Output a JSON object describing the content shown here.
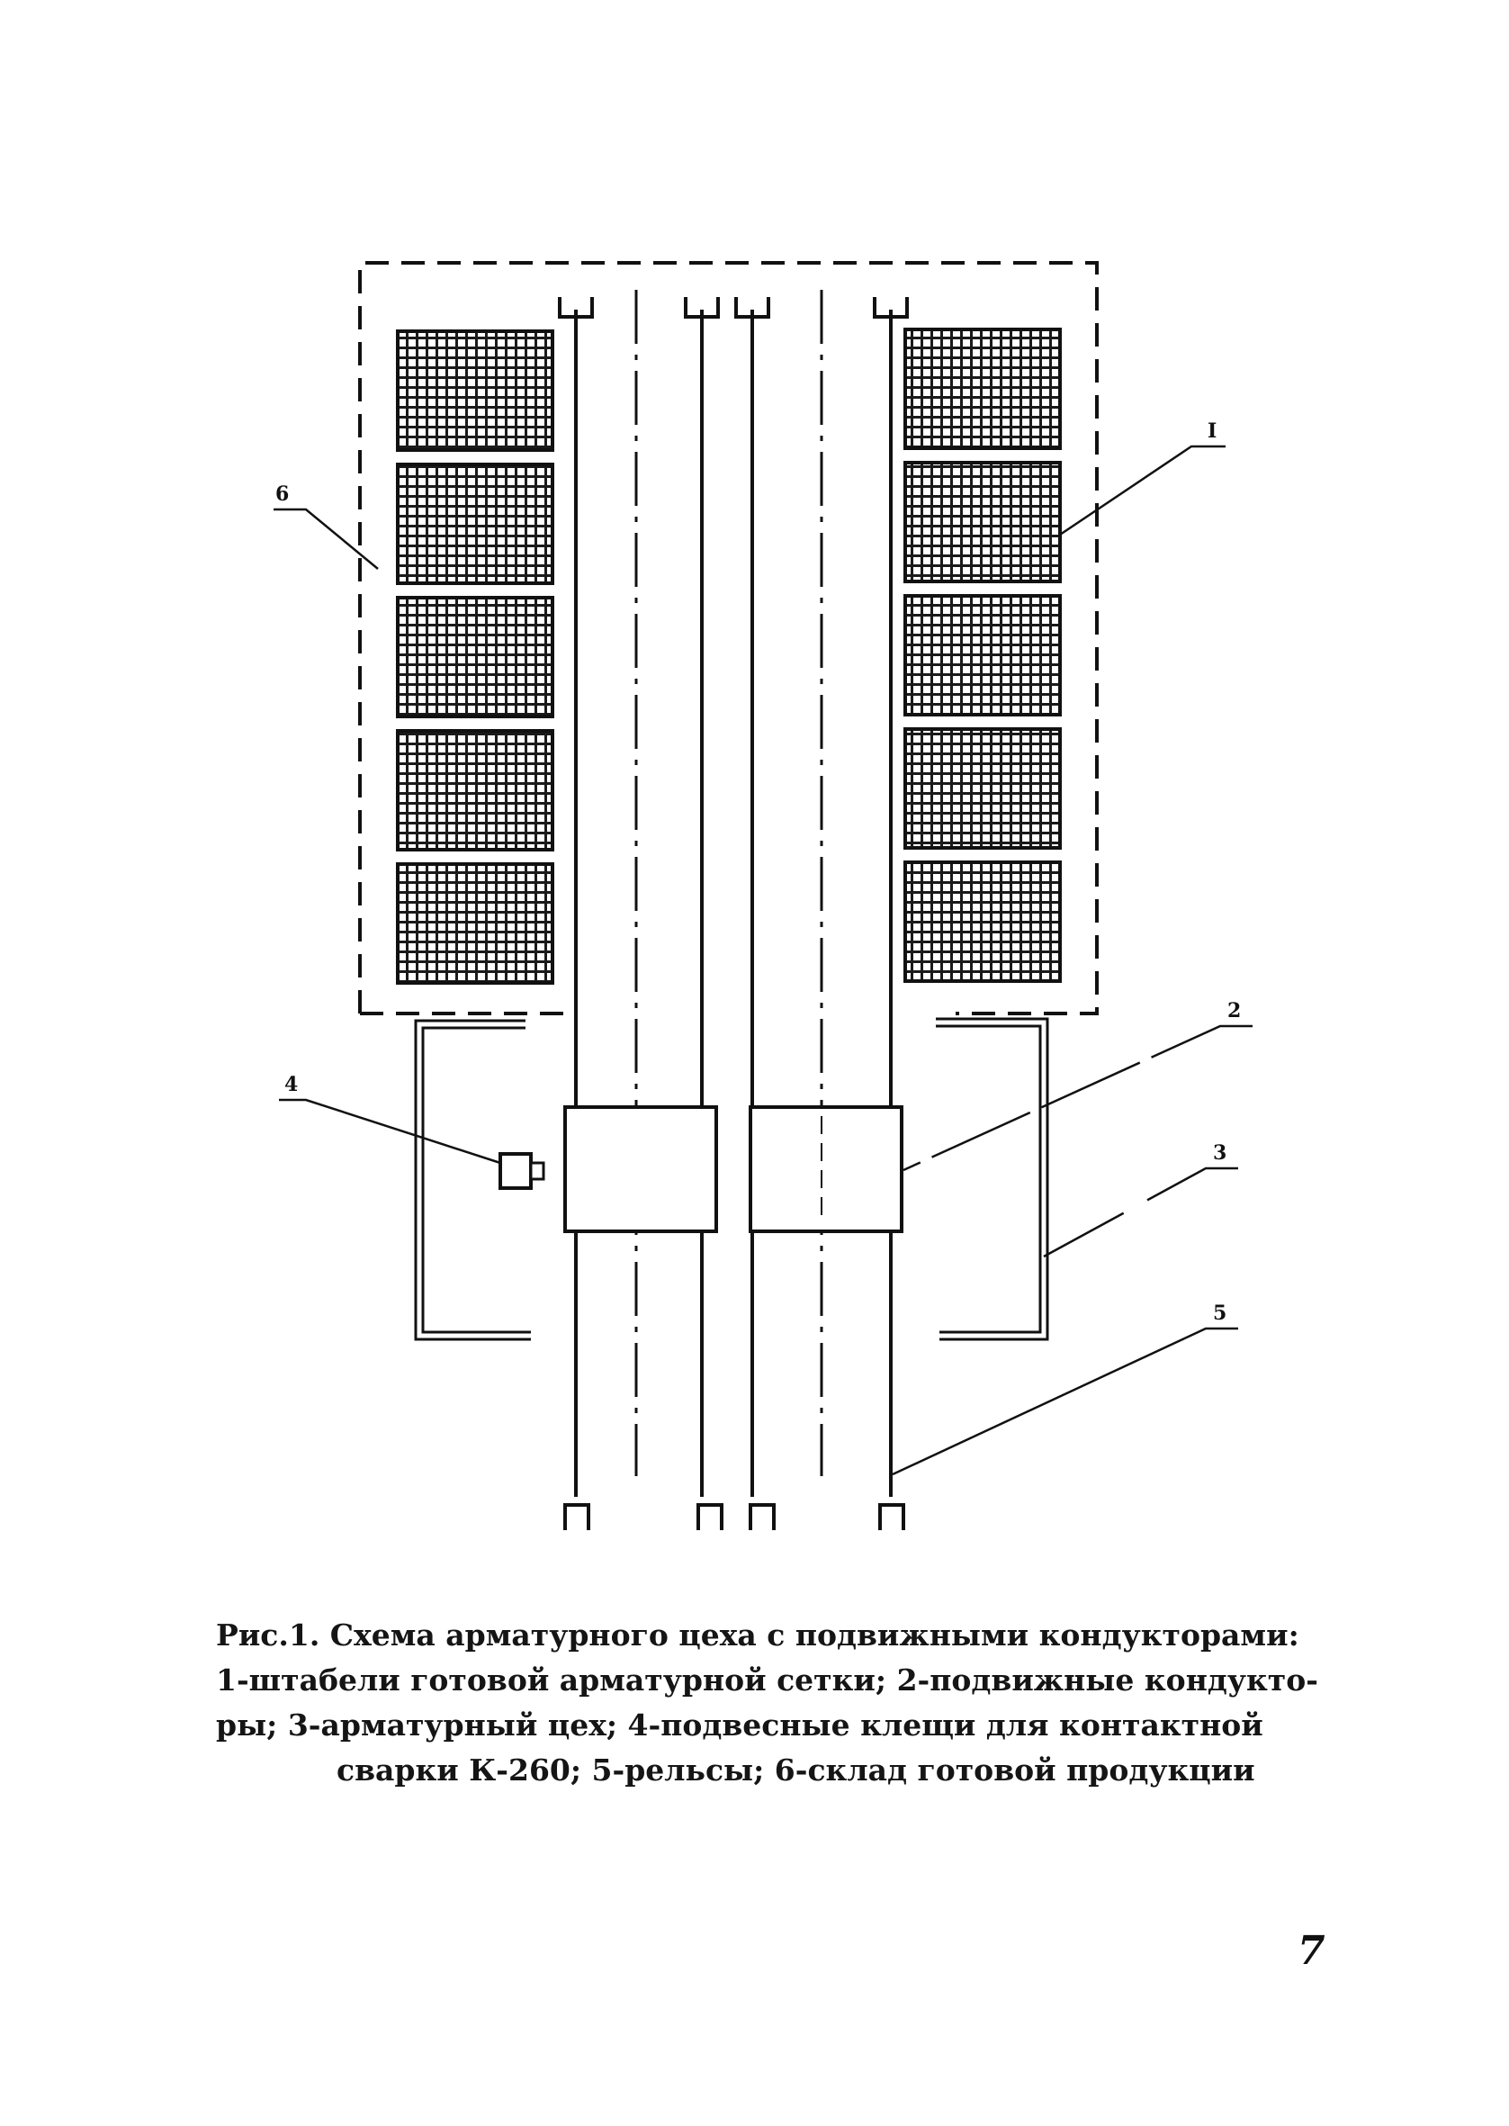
{
  "diagram": {
    "labels": {
      "l1": "I",
      "l2": "2",
      "l3": "3",
      "l4": "4",
      "l5": "5",
      "l6": "6"
    }
  },
  "caption": {
    "line1": "Рис.1. Схема арматурного цеха с подвижными кондукторами:",
    "line2": "1-штабели готовой арматурной сетки; 2-подвижные кондукто-",
    "line3": "ры; 3-арматурный цех; 4-подвесные клещи для контактной",
    "line4": "сварки К-260; 5-рельсы; 6-склад готовой продукции"
  },
  "page_number": "7"
}
